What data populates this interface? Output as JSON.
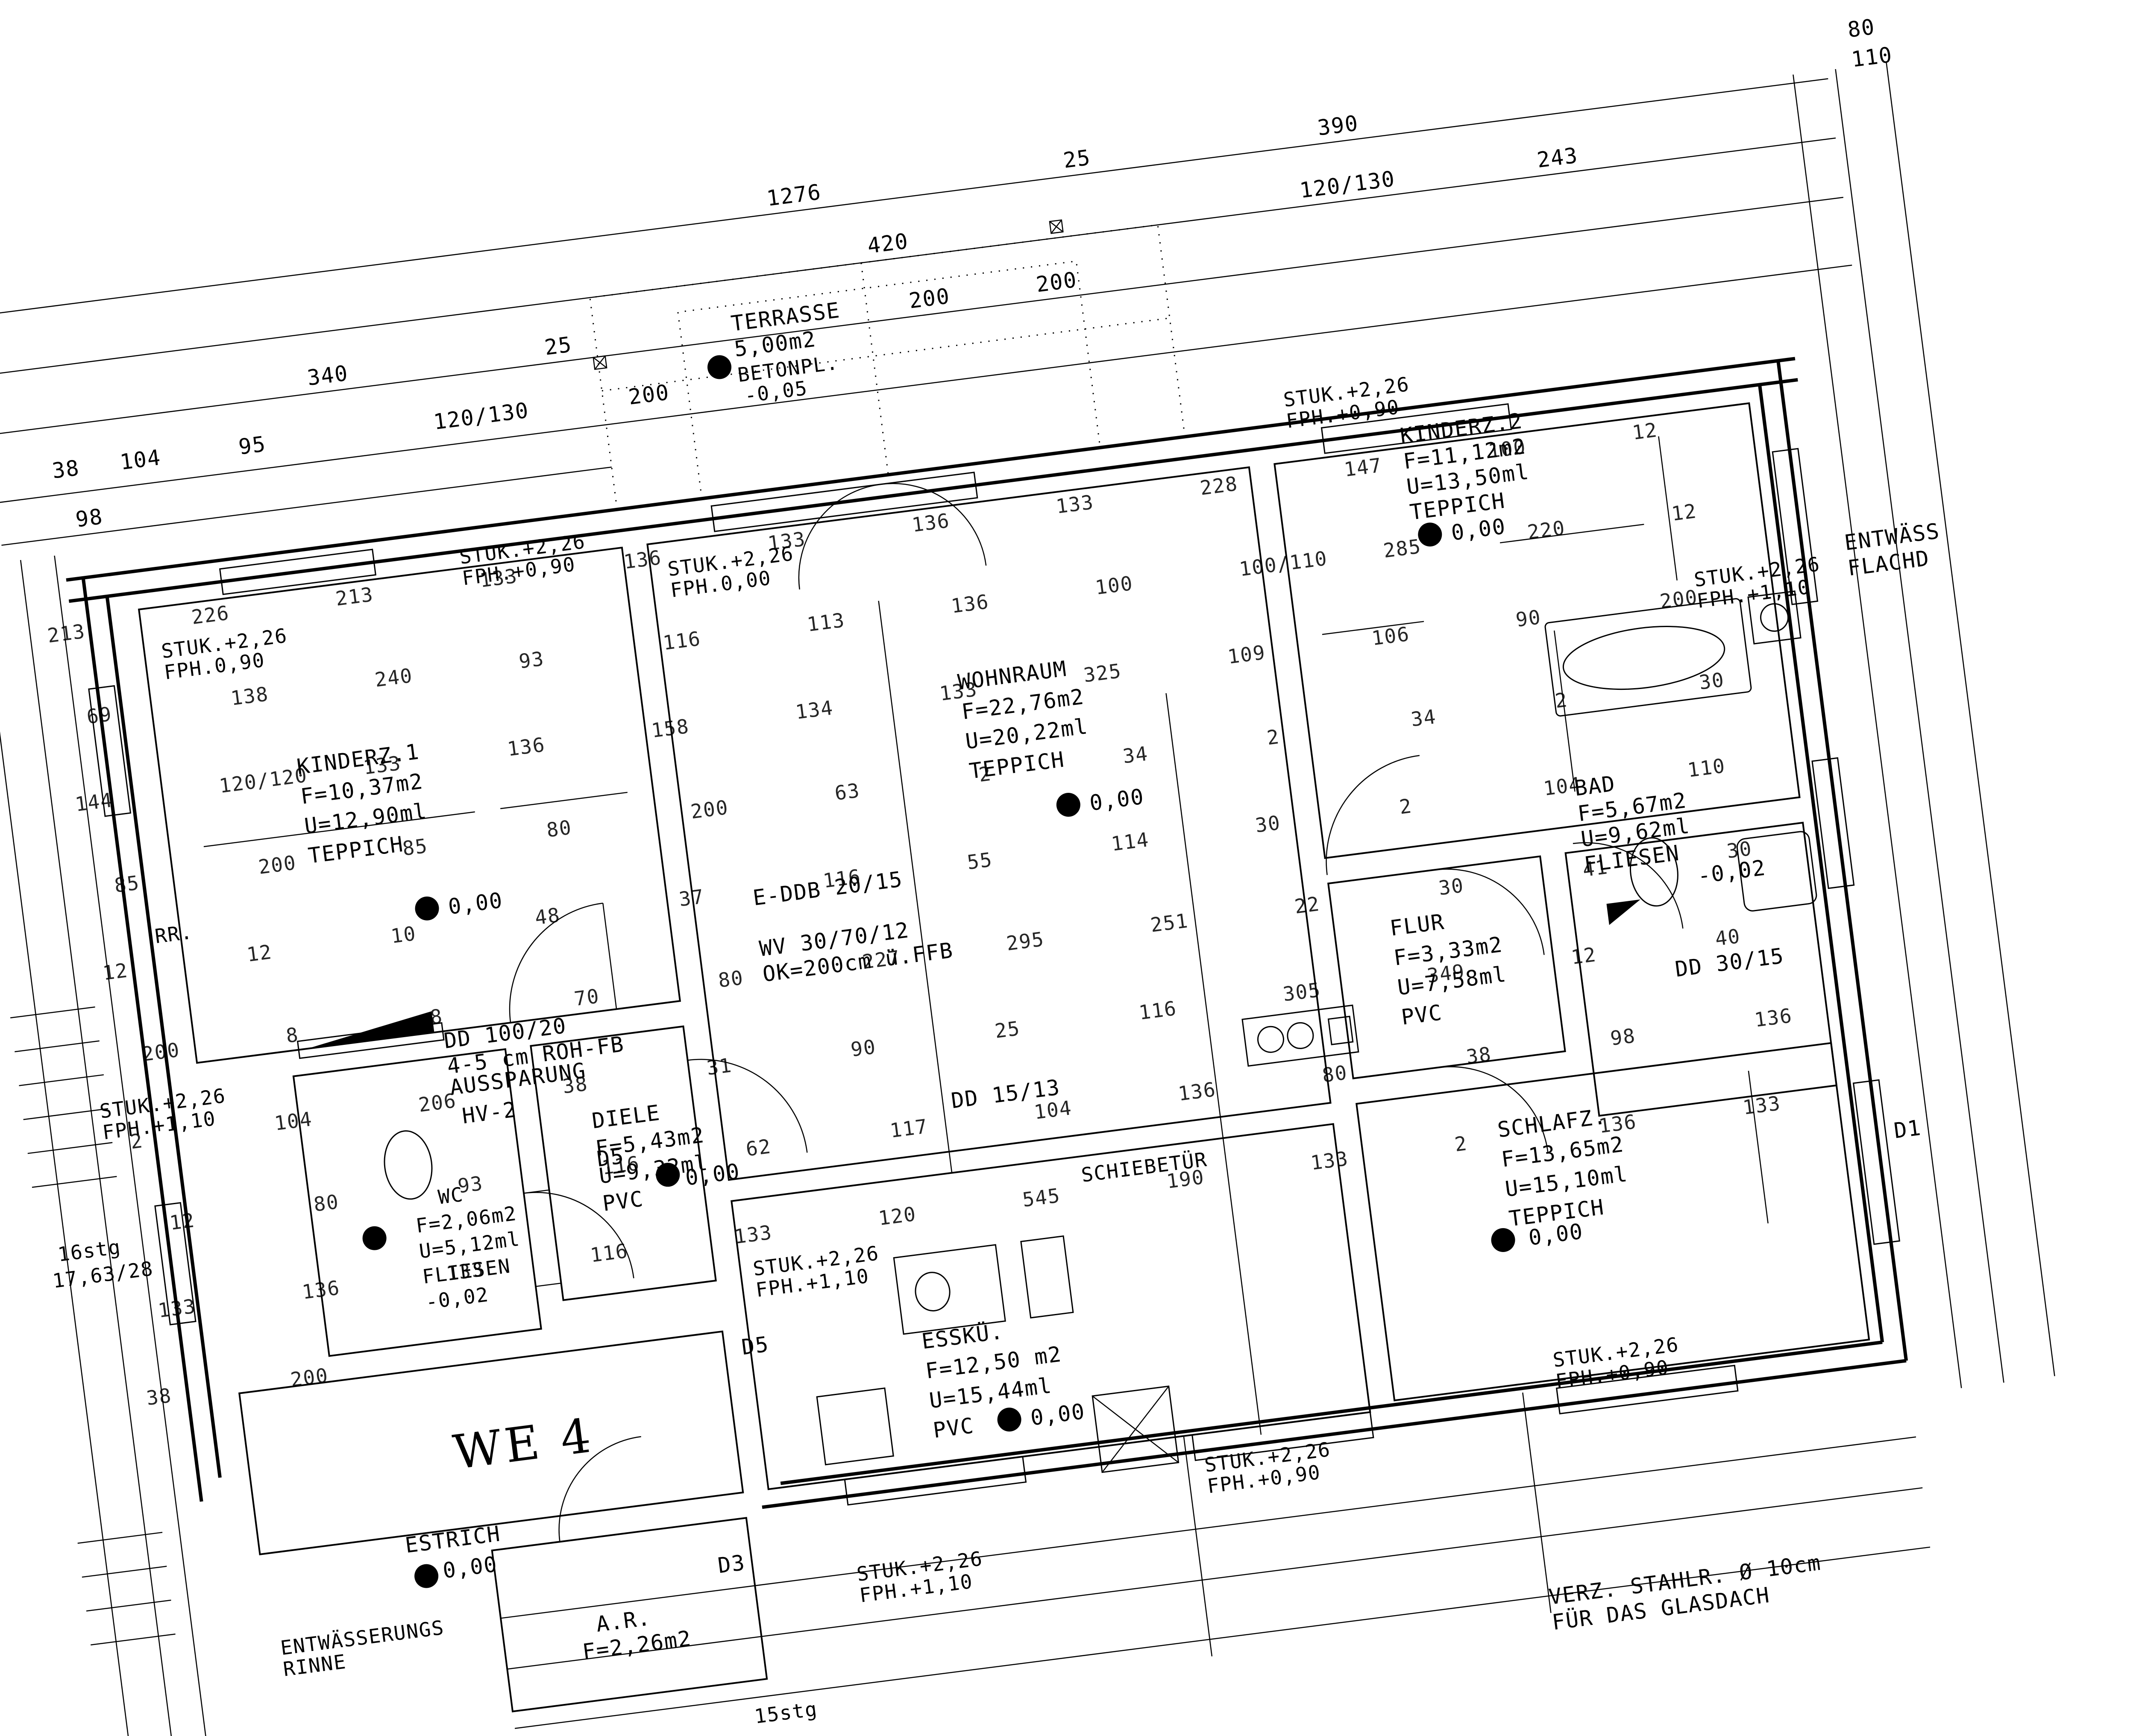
{
  "unit": "WE 4",
  "rooms": {
    "kinderz1": {
      "name": "KINDERZ.1",
      "area": "F=10,37m2",
      "perimeter": "U=12,90ml",
      "floor": "TEPPICH",
      "level": "0,00",
      "stuk": "STUK.+2,26",
      "fph": "FPH.0,90"
    },
    "wohnraum": {
      "name": "WOHNRAUM",
      "area": "F=22,76m2",
      "perimeter": "U=20,22ml",
      "floor": "TEPPICH",
      "level": "0,00",
      "stuk": "STUK.+2,26",
      "fph": "FPH.0,00"
    },
    "kinderz2": {
      "name": "KINDERZ.2",
      "area": "F=11,12m2",
      "perimeter": "U=13,50ml",
      "floor": "TEPPICH",
      "level": "0,00",
      "stuk": "STUK.+2,26",
      "fph": "FPH.+0,90"
    },
    "bad": {
      "name": "BAD",
      "area": "F=5,67m2",
      "perimeter": "U=9,62ml",
      "floor": "FLIESEN",
      "level": "-0,02"
    },
    "flur": {
      "name": "FLUR",
      "area": "F=3,33m2",
      "perimeter": "U=7,58ml",
      "floor": "PVC"
    },
    "diele": {
      "name": "DIELE",
      "area": "F=5,43m2",
      "perimeter": "U=9,32ml",
      "floor": "PVC",
      "level": "0,00"
    },
    "wc": {
      "name": "WC",
      "area": "F=2,06m2",
      "perimeter": "U=5,12ml",
      "floor": "FLIESEN",
      "level": "-0,02"
    },
    "schlafz": {
      "name": "SCHLAFZ.",
      "area": "F=13,65m2",
      "perimeter": "U=15,10ml",
      "floor": "TEPPICH",
      "level": "0,00"
    },
    "essku": {
      "name": "ESSKÜ.",
      "area": "F=12,50 m2",
      "perimeter": "U=15,44ml",
      "floor": "PVC",
      "level": "0,00"
    },
    "estrich": {
      "name": "ESTRICH",
      "level": "0,00"
    },
    "ar": {
      "name": "A.R.",
      "area": "F=2,26m2"
    },
    "terrasse": {
      "name": "TERRASSE",
      "area": "5,00m2",
      "finish": "BETONPL.",
      "level": "-0,05"
    }
  },
  "notes": {
    "eddb": "E-DDB 20/15",
    "wv1": "WV 30/70/12",
    "wv2": "OK=200cm ü.FFB",
    "dd100": "DD 100/20",
    "rohfb": "4-5 cm ROH-FB",
    "aussp": "AUSSPARUNG",
    "hv2": "HV-2",
    "dd15": "DD 15/13",
    "dd30": "DD 30/15",
    "schiebe": "SCHIEBETÜR",
    "stuk_esskue": "STUK.+2,26",
    "fph_esskue": "FPH.+1,10",
    "stuk_s": "STUK.+2,26",
    "fph_s": "FPH.+0,90",
    "stuk_sz": "STUK.+2,26",
    "fph_sz": "FPH.+0,90",
    "stuk_sw": "STUK.+2,26",
    "fph_sw": "FPH.+1,10",
    "stuk_bad": "STUK.+2,26",
    "fph_bad": "FPH.+1,10",
    "stuk_kz1b": "STUK.+2,26",
    "fph_kz1b": "FPH.+0,90",
    "stuk_left": "STUK.+2,26",
    "fph_left": "FPH.+1,10",
    "entw": "ENTWÄSS",
    "flachd": "FLACHD",
    "verz": "VERZ. STAHLR. Ø 10cm",
    "glasdach": "FÜR DAS GLASDACH",
    "rinne1": "ENTWÄSSERUNGS",
    "rinne2": "RINNE",
    "stg15": "15stg",
    "stg16": "16stg",
    "stg16b": "17,63/28",
    "rr": "RR."
  },
  "doors": {
    "d1": "D1",
    "d3": "D3",
    "d5a": "D5",
    "d5b": "D5"
  },
  "dimensions": {
    "top": [
      "390",
      "243",
      "1276",
      "25",
      "420",
      "200",
      "200",
      "340",
      "25",
      "200",
      "38",
      "104",
      "95",
      "120/130",
      "98",
      "120/130",
      "80",
      "110"
    ],
    "inner": [
      "213",
      "226",
      "213",
      "133",
      "136",
      "133",
      "136",
      "133",
      "228",
      "147",
      "100",
      "12",
      "69",
      "138",
      "240",
      "93",
      "116",
      "113",
      "136",
      "100",
      "100/110",
      "285",
      "220",
      "12",
      "144",
      "120/120",
      "133",
      "136",
      "158",
      "134",
      "133",
      "325",
      "109",
      "106",
      "90",
      "200",
      "85",
      "200",
      "85",
      "80",
      "200",
      "63",
      "2",
      "34",
      "2",
      "34",
      "2",
      "30",
      "12",
      "12",
      "10",
      "48",
      "37",
      "116",
      "55",
      "114",
      "30",
      "2",
      "104",
      "110",
      "200",
      "8",
      "8",
      "70",
      "80",
      "227",
      "295",
      "251",
      "22",
      "30",
      "41",
      "30",
      "2",
      "104",
      "206",
      "38",
      "31",
      "90",
      "25",
      "116",
      "305",
      "349",
      "12",
      "40",
      "12",
      "80",
      "93",
      "116",
      "62",
      "117",
      "104",
      "136",
      "80",
      "38",
      "98",
      "136",
      "133",
      "136",
      "133",
      "116",
      "133",
      "120",
      "545",
      "190",
      "133",
      "2",
      "136",
      "133",
      "38",
      "200"
    ]
  }
}
